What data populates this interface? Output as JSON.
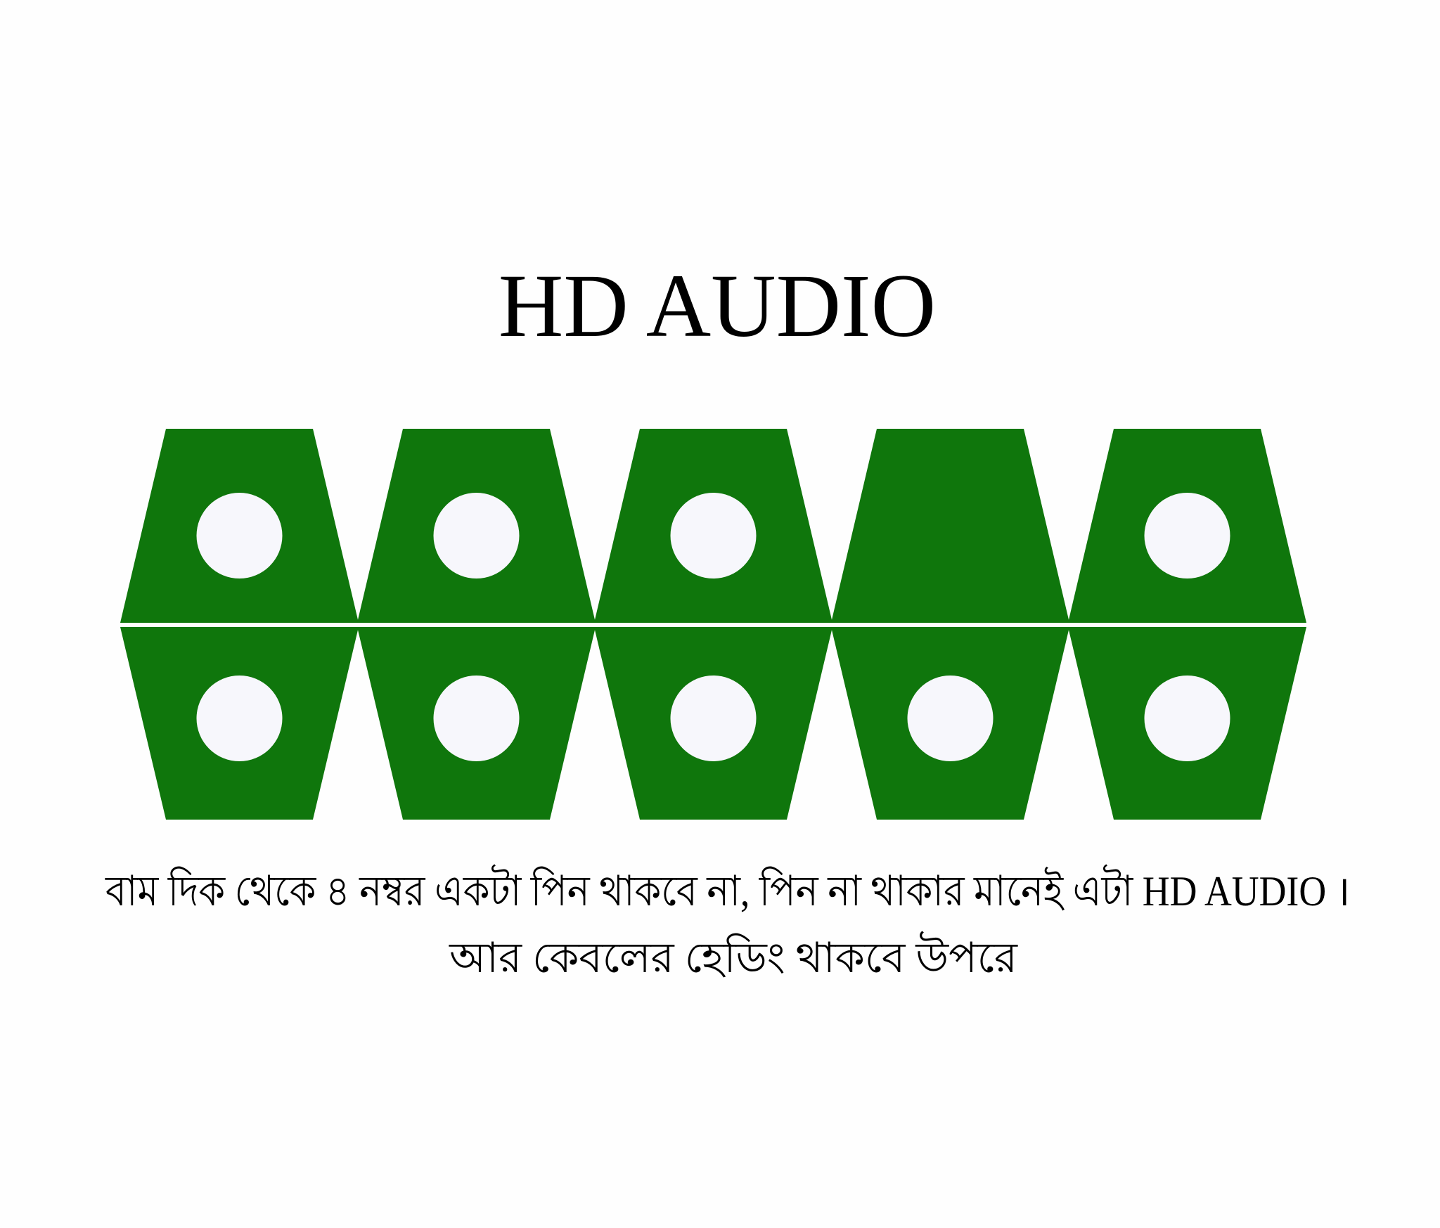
{
  "title": "HD AUDIO",
  "caption": {
    "line1": "বাম দিক থেকে ৪ নম্বর একটা পিন থাকবে না, পিন না থাকার মানেই এটা HD AUDIO ।",
    "line2": "আর কেবলের হেডিং থাকবে উপরে"
  },
  "colors": {
    "block": "#0f760c",
    "pin": "#f7f7fc",
    "text": "#000000",
    "background": "#fefefe"
  },
  "connector": {
    "columns": 5,
    "rows": [
      {
        "pins": [
          true,
          true,
          true,
          false,
          true
        ]
      },
      {
        "pins": [
          true,
          true,
          true,
          true,
          true
        ]
      }
    ]
  }
}
